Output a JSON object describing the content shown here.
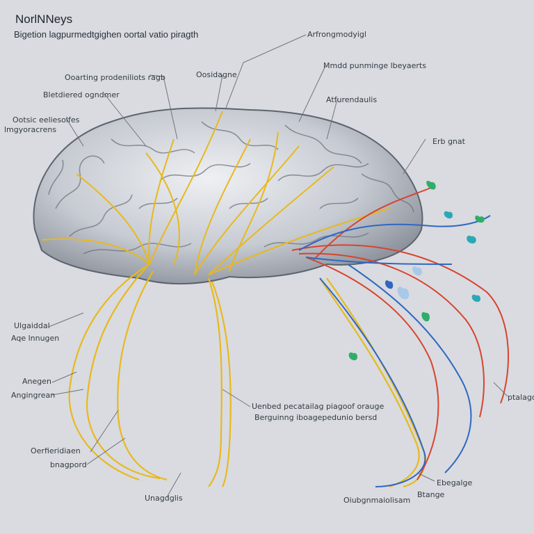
{
  "title": "NorlNNeys",
  "subtitle": "Bigetion lagpurmedtgighen oortal vatio piragth",
  "labels": {
    "top_right": "Arfrongmodyigl",
    "upper_right": "Mmdd punminge lbeyaerts",
    "arbor_right": "Atfurendaulis",
    "eje": "Erb gnat",
    "top_center": "Oosidagne",
    "upper_left1": "Ooarting prodeniliots ragb",
    "upper_left2": "Bletdiered ogndmer",
    "left_outer1": "Ootsic eeliesolfes",
    "left_outer2": "lmgyoracrens",
    "left_mid1": "Ulgaiddal",
    "left_mid2": "Aqe lnnugen",
    "left_low1": "Anegen",
    "left_low2": "Angingrean",
    "bottom_left1": "Oerfieridiaen",
    "bottom_left2": "bnagpord",
    "bottom_center": "Unagdglis",
    "center_note1": "Uenbed pecatailag piagoof orauge",
    "center_note2": "Berguinng iboagepedunio bersd",
    "right_edge": "ptalago",
    "bottom_right1": "Ebegalge",
    "bottom_right2": "Oiubgnmaiolisam",
    "bottom_right3": "Btange"
  },
  "colors": {
    "background": "#d9dbe0",
    "brain_fill": "#c9ccd3",
    "brain_stroke": "#5d636d",
    "nerve_yellow": "#e8b91c",
    "nerve_red": "#d9432e",
    "nerve_blue": "#2f67c2",
    "leaf_green": "#2fae6a",
    "leaf_teal": "#2aa9b5",
    "leader_line": "#6e737c"
  }
}
